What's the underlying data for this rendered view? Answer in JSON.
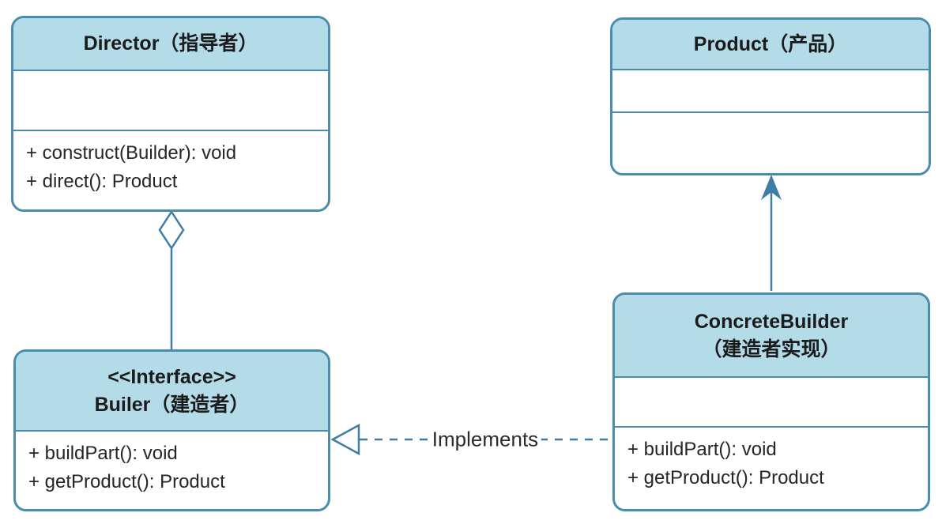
{
  "diagram": {
    "classes": {
      "director": {
        "title": "Director（指导者）",
        "methods": [
          "+ construct(Builder): void",
          "+ direct(): Product"
        ]
      },
      "product": {
        "title": "Product（产品）"
      },
      "builder": {
        "stereotype": "<<Interface>>",
        "title": "Builer（建造者）",
        "methods": [
          "+ buildPart(): void",
          "+ getProduct(): Product"
        ]
      },
      "concrete_builder": {
        "title": "ConcreteBuilder",
        "subtitle": "（建造者实现）",
        "methods": [
          "+ buildPart(): void",
          "+ getProduct(): Product"
        ]
      }
    },
    "relations": {
      "implements_label": "Implements",
      "director_to_builder": "aggregation",
      "concrete_builder_to_product": "association-arrow",
      "concrete_builder_to_builder": "realization-dashed"
    },
    "colors": {
      "header_fill": "#b3dbe8",
      "border": "#4a8cae",
      "connector": "#3e7da6",
      "text": "#1b1b1b"
    }
  }
}
